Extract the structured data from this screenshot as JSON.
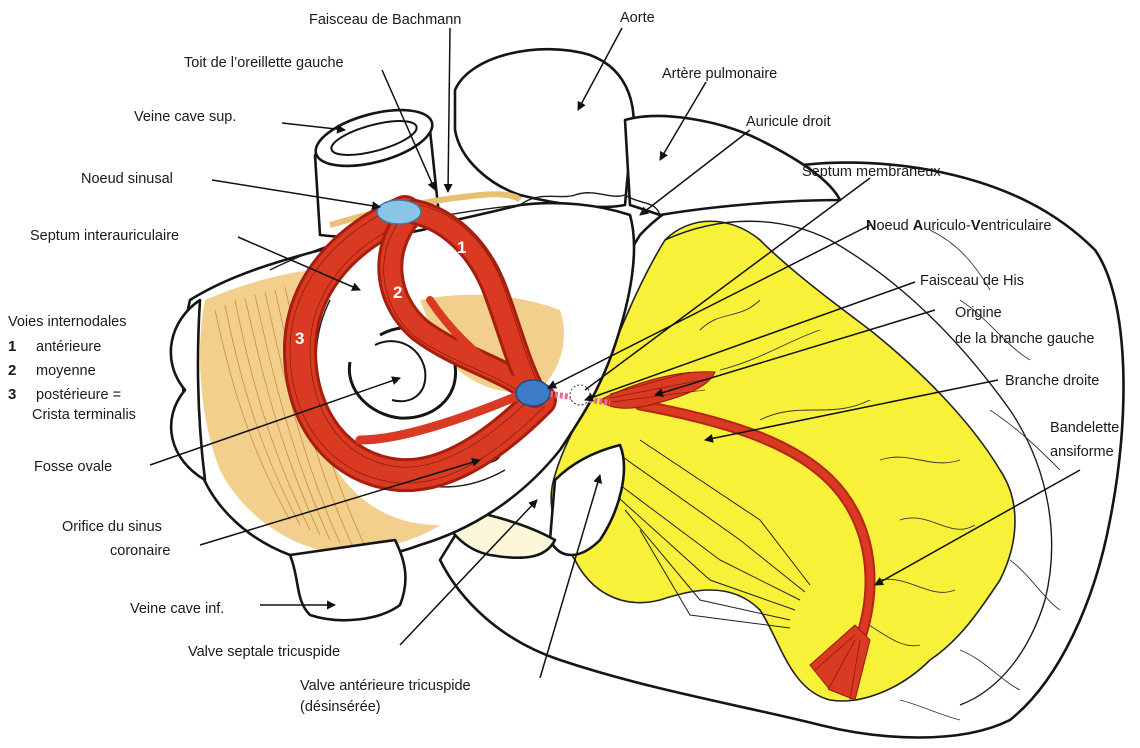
{
  "labels": {
    "bachmann": "Faisceau de Bachmann",
    "toit": "Toit de l’oreillette gauche",
    "veine_cave_sup": "Veine cave sup.",
    "noeud_sinusal": "Noeud sinusal",
    "septum_interauriculaire": "Septum interauriculaire",
    "aorte": "Aorte",
    "artere_pulmonaire": "Artère pulmonaire",
    "auricule_droit": "Auricule droit",
    "septum_membraneux": "Septum membraneux",
    "noeud_av": {
      "p1": "N",
      "p2": "oeud ",
      "p3": "A",
      "p4": "uriculo-",
      "p5": "V",
      "p6": "entriculaire"
    },
    "faisceau_his": "Faisceau de His",
    "origine": {
      "line1": "Origine",
      "line2": "de la branche gauche"
    },
    "branche_droite": "Branche droite",
    "bandelette": {
      "line1": "Bandelette",
      "line2": "ansiforme"
    },
    "voies_title": "Voies internodales",
    "voies": [
      {
        "num": "1",
        "name": "antérieure"
      },
      {
        "num": "2",
        "name": "moyenne"
      },
      {
        "num": "3",
        "name": "postérieure =",
        "name2": "Crista terminalis"
      }
    ],
    "fosse_ovale": "Fosse ovale",
    "orifice": {
      "line1": "Orifice du sinus",
      "line2": "coronaire"
    },
    "veine_cave_inf": "Veine cave inf.",
    "valve_septale": "Valve septale tricuspide",
    "valve_anterieure": {
      "line1": "Valve antérieure tricuspide",
      "line2": "(désinsérée)"
    }
  },
  "bundle_numbers": [
    "1",
    "2",
    "3"
  ],
  "colors": {
    "muscle": "#d93a21",
    "muscle_dark": "#a81e0e",
    "node": "#4a86c8",
    "sinus_node": "#8cc4e8",
    "ventricle": "#f7f239",
    "atrium_tan": "#f2cf8c",
    "his_pink": "#e86a8a"
  }
}
